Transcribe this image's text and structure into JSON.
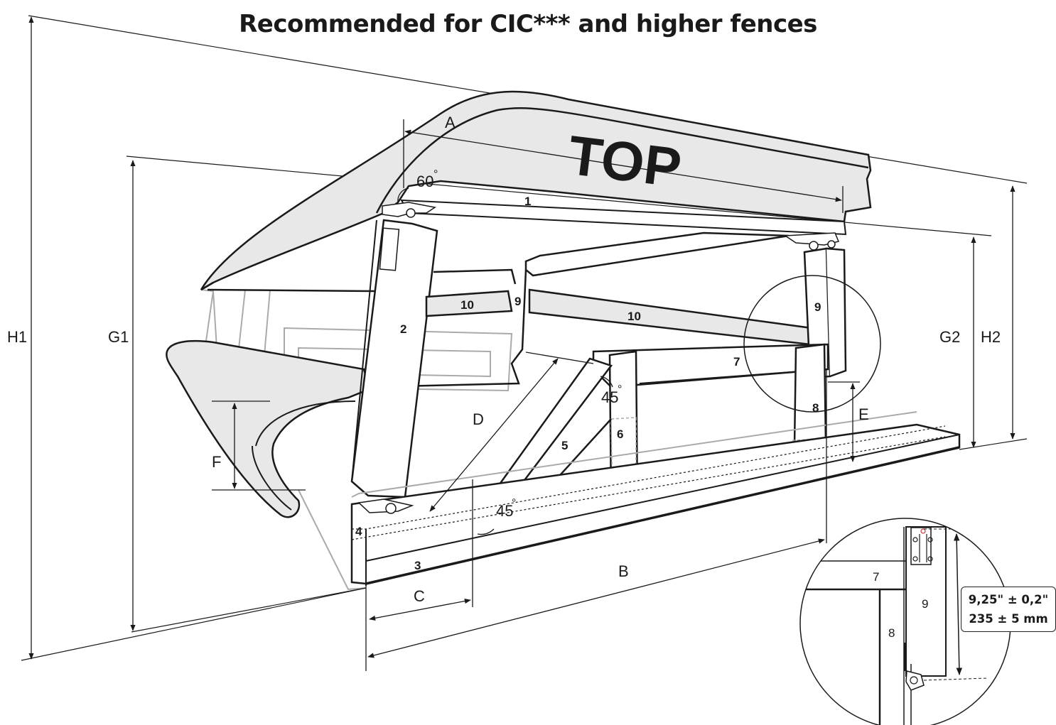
{
  "title": "Recommended for CIC*** and higher fences",
  "top_label": "TOP",
  "dimension_labels": {
    "h1": "H1",
    "g1": "G1",
    "g2": "G2",
    "h2": "H2",
    "a": "A",
    "b": "B",
    "c": "C",
    "d": "D",
    "e": "E",
    "f": "F"
  },
  "angles": {
    "top": "60",
    "upper": "45",
    "lower": "45",
    "degree_symbol": "°"
  },
  "part_numbers": {
    "p1": "1",
    "p2": "2",
    "p3": "3",
    "p4": "4",
    "p5": "5",
    "p6": "6",
    "p7": "7",
    "p8": "8",
    "p9_center": "9",
    "p9_right": "9",
    "p10_left": "10",
    "p10_right": "10"
  },
  "detail": {
    "label_7": "7",
    "label_8": "8",
    "label_9": "9",
    "spec_imperial": "9,25\" ± 0,2\"",
    "spec_metric": "235 ± 5 mm"
  },
  "colors": {
    "line": "#1a1a1a",
    "fill_grey": "#e8e8e8",
    "faint_line": "#aaaaaa"
  }
}
